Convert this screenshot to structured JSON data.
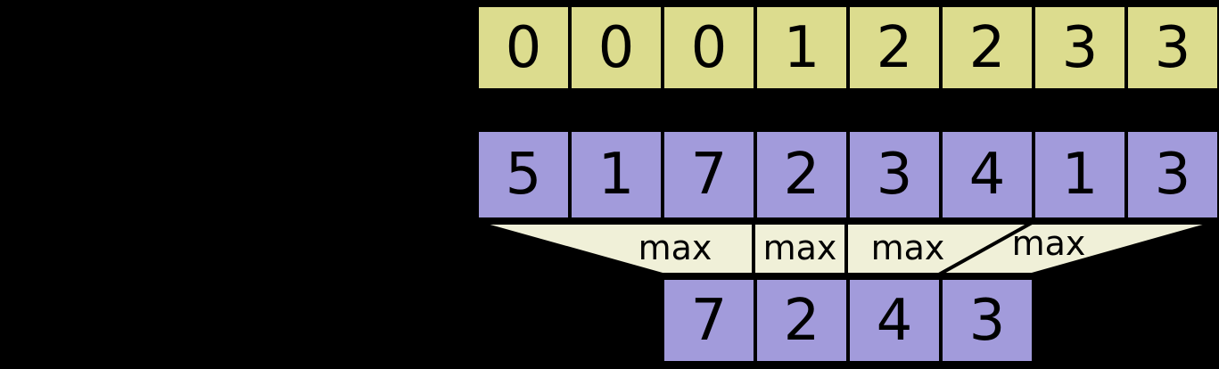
{
  "colors": {
    "canvas-bg": "#000000",
    "cell-yellow": "#dcdc8e",
    "cell-purple": "#a29bdb",
    "funnel-cream": "#f0f0d8",
    "line-black": "#000000",
    "digit-black": "#000000"
  },
  "rows": {
    "segment_ids": {
      "values": [
        "0",
        "0",
        "0",
        "1",
        "2",
        "2",
        "3",
        "3"
      ]
    },
    "data": {
      "values": [
        "5",
        "1",
        "7",
        "2",
        "3",
        "4",
        "1",
        "3"
      ]
    },
    "output": {
      "values": [
        "7",
        "2",
        "4",
        "3"
      ]
    }
  },
  "operations": {
    "labels": [
      "max",
      "max",
      "max",
      "max"
    ]
  }
}
